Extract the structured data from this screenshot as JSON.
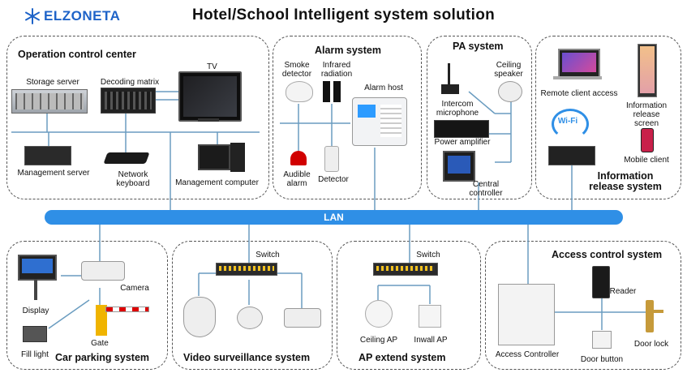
{
  "header": {
    "brand": "ELZONETA",
    "title": "Hotel/School Intelligent system solution"
  },
  "lan": {
    "label": "LAN"
  },
  "colors": {
    "lan": "#2f8fe6",
    "brand": "#1e63c8",
    "wire": "#6a9cc0"
  },
  "operation": {
    "title": "Operation control center",
    "tv": "TV",
    "storage": "Storage server",
    "decoding": "Decoding matrix",
    "mgmt_server": "Management server",
    "keyboard": "Network keyboard",
    "mgmt_computer": "Management computer"
  },
  "alarm": {
    "title": "Alarm system",
    "smoke": "Smoke detector",
    "infrared": "Infrared radiation",
    "host": "Alarm host",
    "audible": "Audible alarm",
    "detector": "Detector"
  },
  "pa": {
    "title": "PA system",
    "speaker": "Ceiling speaker",
    "mic": "Intercom microphone",
    "amp": "Power amplifier",
    "controller": "Central controller"
  },
  "info": {
    "title": "Information release system",
    "remote": "Remote client access",
    "screen": "Information release screen",
    "mobile": "Mobile client",
    "wifi": "Wi-Fi"
  },
  "parking": {
    "title": "Car parking system",
    "display": "Display",
    "camera": "Camera",
    "gate": "Gate",
    "fill": "Fill light"
  },
  "video": {
    "title": "Video surveillance system",
    "switch": "Switch"
  },
  "ap": {
    "title": "AP extend system",
    "switch": "Switch",
    "ceiling": "Ceiling AP",
    "inwall": "Inwall AP"
  },
  "access": {
    "title": "Access control system",
    "reader": "Reader",
    "controller": "Access Controller",
    "button": "Door button",
    "lock": "Door lock"
  }
}
